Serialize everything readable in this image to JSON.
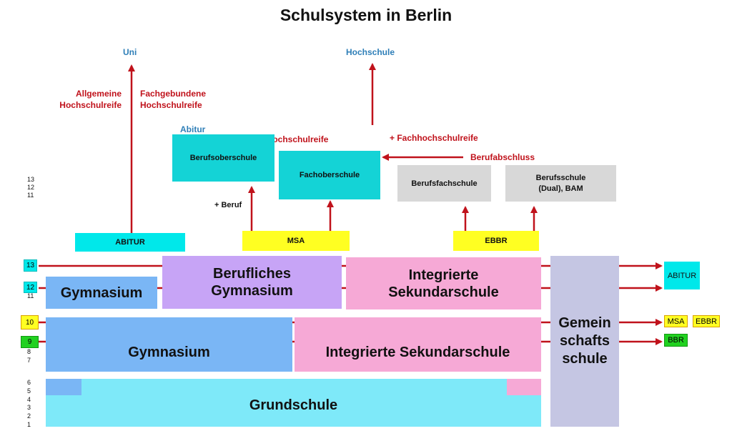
{
  "title": "Schulsystem in Berlin",
  "top": {
    "uni": "Uni",
    "hochschule": "Hochschule",
    "allgemeine": "Allgemeine\nHochschulreife",
    "fachgebundene": "Fachgebundene\nHochschulreife",
    "abitur_label": "Abitur",
    "fachhochschulreife": "Fachhochschulreife",
    "plus_fachhochschulreife": "+ Fachhochschulreife",
    "berufabschluss": "Berufabschluss",
    "plus_beruf": "+ Beruf"
  },
  "upper_schools": {
    "berufsoberschule": "Berufsoberschule",
    "fachoberschule": "Fachoberschule",
    "berufsfachschule": "Berufsfachschule",
    "berufsschule": "Berufsschule\n(Dual), BAM"
  },
  "certificates": {
    "abitur": "ABITUR",
    "msa": "MSA",
    "ebbr": "EBBR"
  },
  "main": {
    "gymnasium_upper": "Gymnasium",
    "berufliches_gymnasium": "Berufliches\nGymnasium",
    "iss_upper": "Integrierte\nSekundarschule",
    "gymnasium_lower": "Gymnasium",
    "iss_lower": "Integrierte Sekundarschule",
    "gemeinschaftsschule": "Gemein\nschafts\nschule",
    "grundschule": "Grundschule"
  },
  "grade_labels": {
    "upper_right": [
      "13",
      "12",
      "11"
    ],
    "lower_left": [
      "8",
      "7",
      "6",
      "5",
      "4",
      "3",
      "2",
      "1"
    ]
  },
  "grade_tags": {
    "g13": "13",
    "g12": "12",
    "g11": "11",
    "g10": "10",
    "g9": "9"
  },
  "outcomes": {
    "abitur": "ABITUR",
    "msa": "MSA",
    "ebbr": "EBBR",
    "bbr": "BBR"
  },
  "colors": {
    "arrow_red": "#c0121b",
    "cyan": "#00e8ea",
    "yellow": "#ffff22",
    "violet": "#c7a4f6",
    "pink": "#f6a9d6",
    "light_blue": "#7ab6f5",
    "sky": "#7ee9f9",
    "lavender": "#c5c6e3",
    "grey": "#d8d8d8",
    "green": "#21d120"
  }
}
